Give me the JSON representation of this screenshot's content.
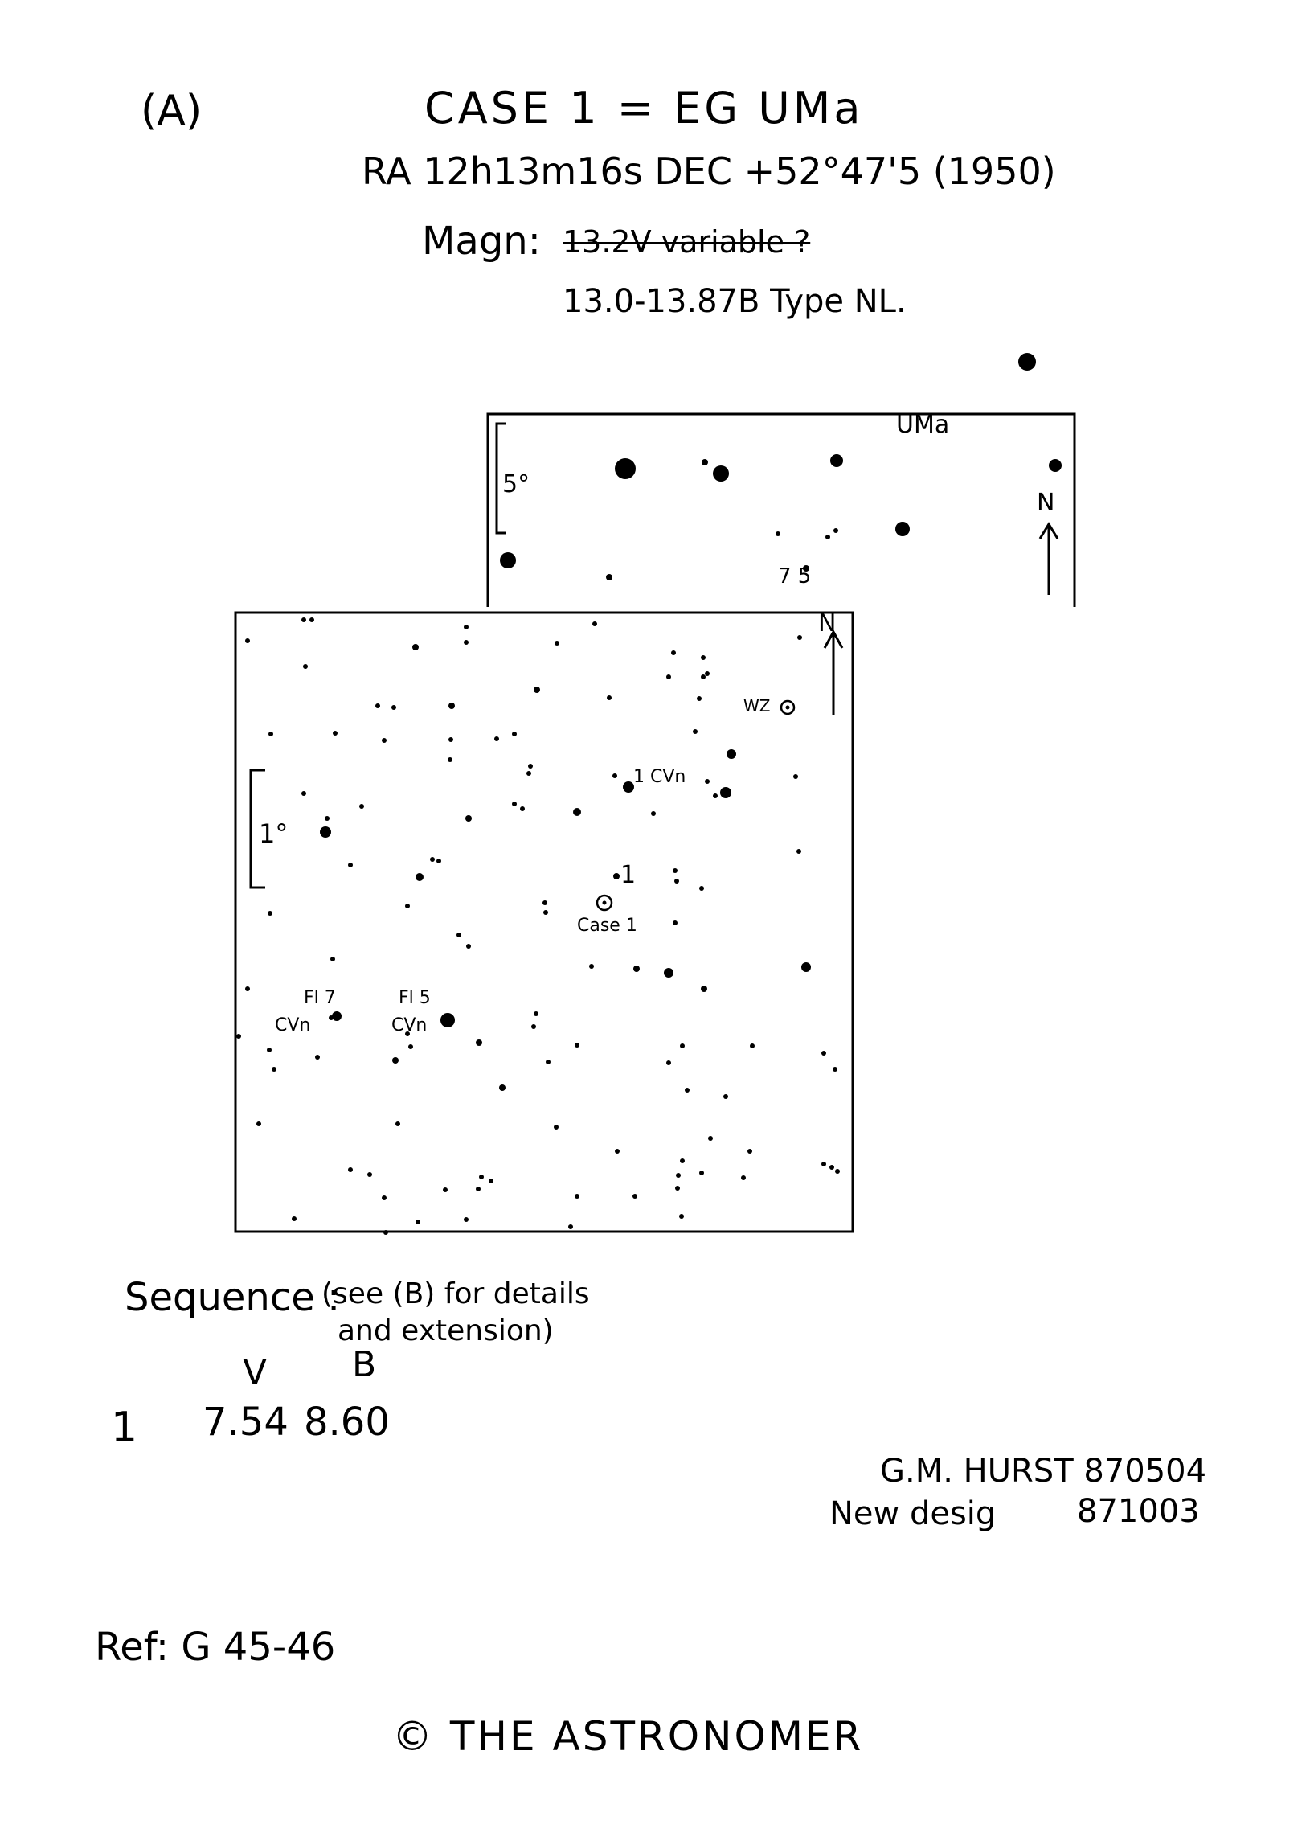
{
  "header": {
    "label": "(A)",
    "title": "CASE 1 = EG UMa",
    "coords": "RA 12h13m16s DEC +52°47'5 (1950)",
    "magn_label": "Magn:",
    "magn_struck": "13.2V variable ?",
    "magn_value": "13.0-13.87B Type NL."
  },
  "inset_map": {
    "constellation": "UMa",
    "scale": "5°",
    "north": "N",
    "star_label": "7 5"
  },
  "main_map": {
    "north": "N",
    "scale": "1°",
    "labels": {
      "wz": "WZ",
      "cvn1": "1 CVn",
      "seq1": "1",
      "case": "Case 1",
      "fl7_a": "Fl 7",
      "fl7_b": "CVn",
      "fl5_a": "Fl 5",
      "fl5_b": "CVn"
    }
  },
  "sequence": {
    "heading": "Sequence :",
    "note_1": "(see (B) for details",
    "note_2": "and extension)",
    "col_v": "V",
    "col_b": "B",
    "rows": [
      {
        "id": "1",
        "v": "7.54",
        "b": "8.60"
      }
    ]
  },
  "signature": {
    "author": "G.M. HURST 870504",
    "new_desig_label": "New desig",
    "new_desig_date": "871003"
  },
  "ref": "Ref: G 45-46",
  "copyright": "© THE ASTRONOMER"
}
